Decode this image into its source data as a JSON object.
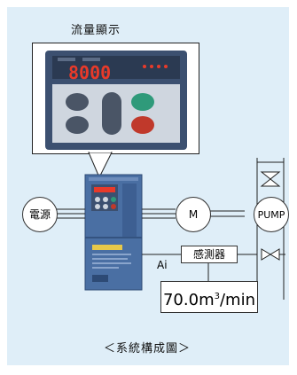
{
  "title": "流量顯示",
  "display_readout": "8000",
  "nodes": {
    "power": "電源",
    "motor": "M",
    "pump": "PUMP",
    "sensor": "感測器",
    "input": "Ai"
  },
  "flow": {
    "value": "70.0m",
    "exponent": "3",
    "unit": "/min"
  },
  "caption": "＜系統構成圖＞",
  "colors": {
    "background": "#dfeef8",
    "drive_body": "#4a6fa3",
    "panel": "#3c5070",
    "led": "#e83a2a",
    "run_button": "#2f9a7a",
    "stop_button": "#c0392b"
  }
}
